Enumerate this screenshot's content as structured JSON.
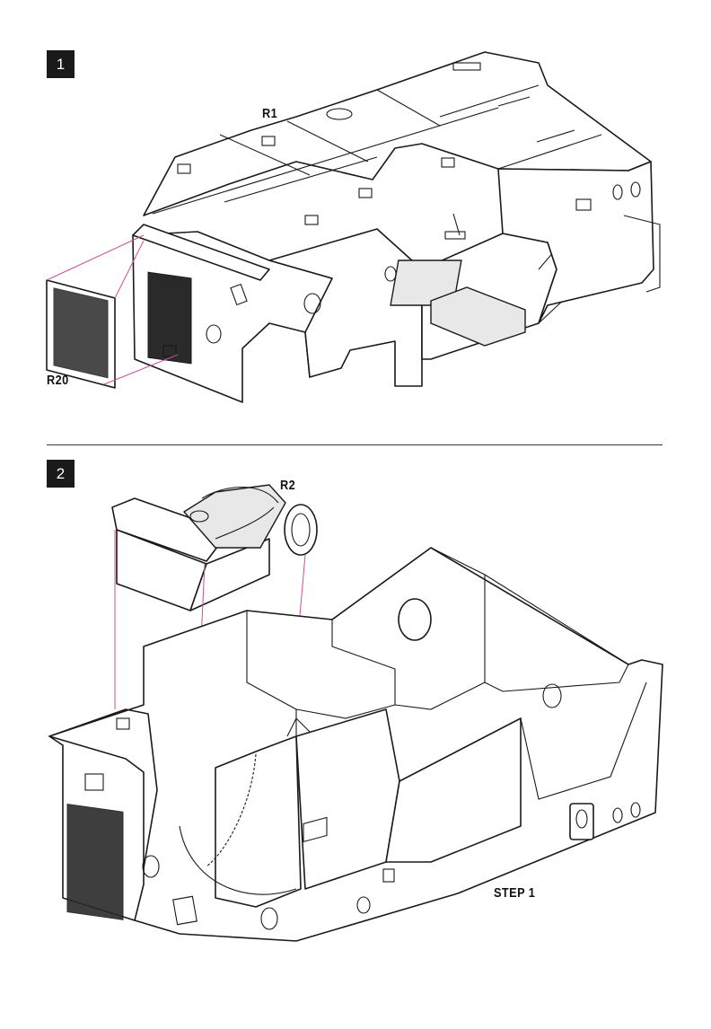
{
  "steps": [
    {
      "number": "1",
      "callouts": [
        "R1",
        "R20"
      ]
    },
    {
      "number": "2",
      "callouts": [
        "R2"
      ]
    }
  ],
  "footer_label": "STEP 1",
  "colors": {
    "guide_line": "#c8509a",
    "ink": "#1a1a1a",
    "badge": "#1a1a1a"
  }
}
